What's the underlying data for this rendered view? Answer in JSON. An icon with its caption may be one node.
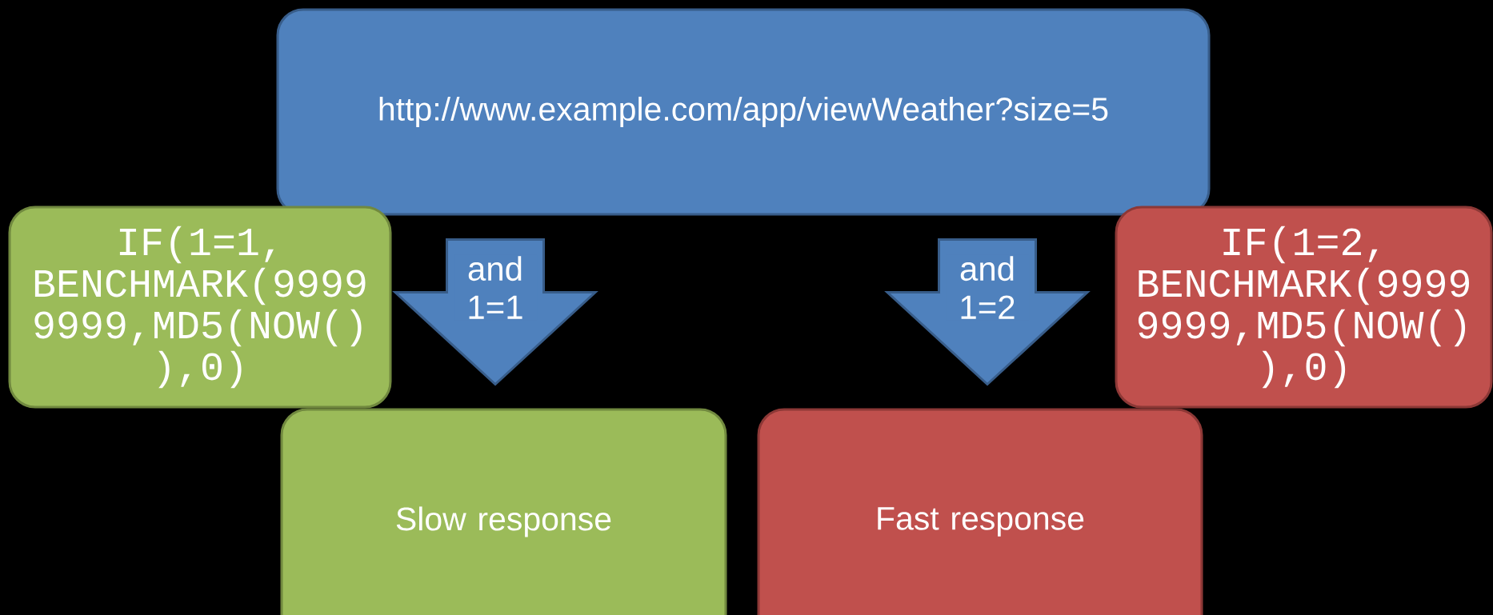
{
  "diagram": {
    "nodes": [
      {
        "text": [
          "http://www.example.com/app/viewWeather?size=5"
        ]
      },
      {
        "text": [
          "IF(1=1, BENCHMARK(9999 9999,MD5(NOW() ),0)"
        ]
      },
      {
        "text": [
          "IF(1=2, BENCHMARK(9999 9999,MD5(NOW() ),0)"
        ]
      },
      {
        "text": [
          "Slow response"
        ]
      },
      {
        "text": [
          "Fast response"
        ]
      }
    ],
    "edges": [
      {
        "from": 0,
        "to": 3,
        "arrow": "to",
        "label": "and 1=1",
        "style": "thick"
      },
      {
        "from": 0,
        "to": 4,
        "arrow": "to",
        "label": "and 1=2",
        "style": "thick"
      }
    ]
  }
}
